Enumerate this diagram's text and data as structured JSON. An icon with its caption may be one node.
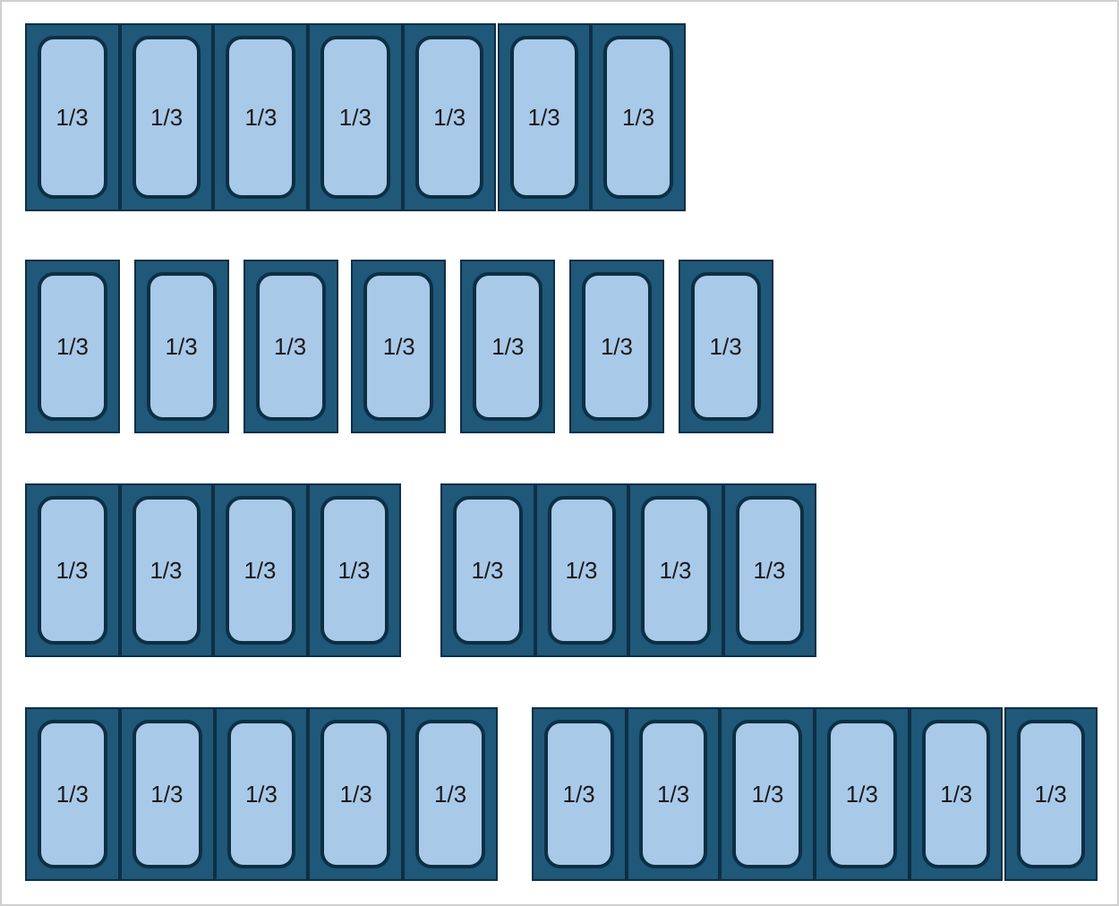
{
  "diagram": {
    "nodes": [
      {
        "text": [
          "1/3"
        ]
      },
      {
        "text": [
          "1/3"
        ]
      },
      {
        "text": [
          "1/3"
        ]
      },
      {
        "text": [
          "1/3"
        ]
      },
      {
        "text": [
          "1/3"
        ]
      },
      {
        "text": [
          "1/3"
        ]
      },
      {
        "text": [
          "1/3"
        ]
      },
      {
        "text": [
          "1/3"
        ]
      },
      {
        "text": [
          "1/3"
        ]
      },
      {
        "text": [
          "1/3"
        ]
      },
      {
        "text": [
          "1/3"
        ]
      },
      {
        "text": [
          "1/3"
        ]
      },
      {
        "text": [
          "1/3"
        ]
      },
      {
        "text": [
          "1/3"
        ]
      },
      {
        "text": [
          "1/3"
        ]
      },
      {
        "text": [
          "1/3"
        ]
      },
      {
        "text": [
          "1/3"
        ]
      },
      {
        "text": [
          "1/3"
        ]
      },
      {
        "text": [
          "1/3"
        ]
      },
      {
        "text": [
          "1/3"
        ]
      },
      {
        "text": [
          "1/3"
        ]
      },
      {
        "text": [
          "1/3"
        ]
      },
      {
        "text": [
          "1/3"
        ]
      },
      {
        "text": [
          "1/3"
        ]
      },
      {
        "text": [
          "1/3"
        ]
      },
      {
        "text": [
          "1/3"
        ]
      },
      {
        "text": [
          "1/3"
        ]
      },
      {
        "text": [
          "1/3"
        ]
      },
      {
        "text": [
          "1/3"
        ]
      },
      {
        "text": [
          "1/3"
        ]
      },
      {
        "text": [
          "1/3"
        ]
      },
      {
        "text": [
          "1/3"
        ]
      },
      {
        "text": [
          "1/3"
        ]
      }
    ]
  }
}
